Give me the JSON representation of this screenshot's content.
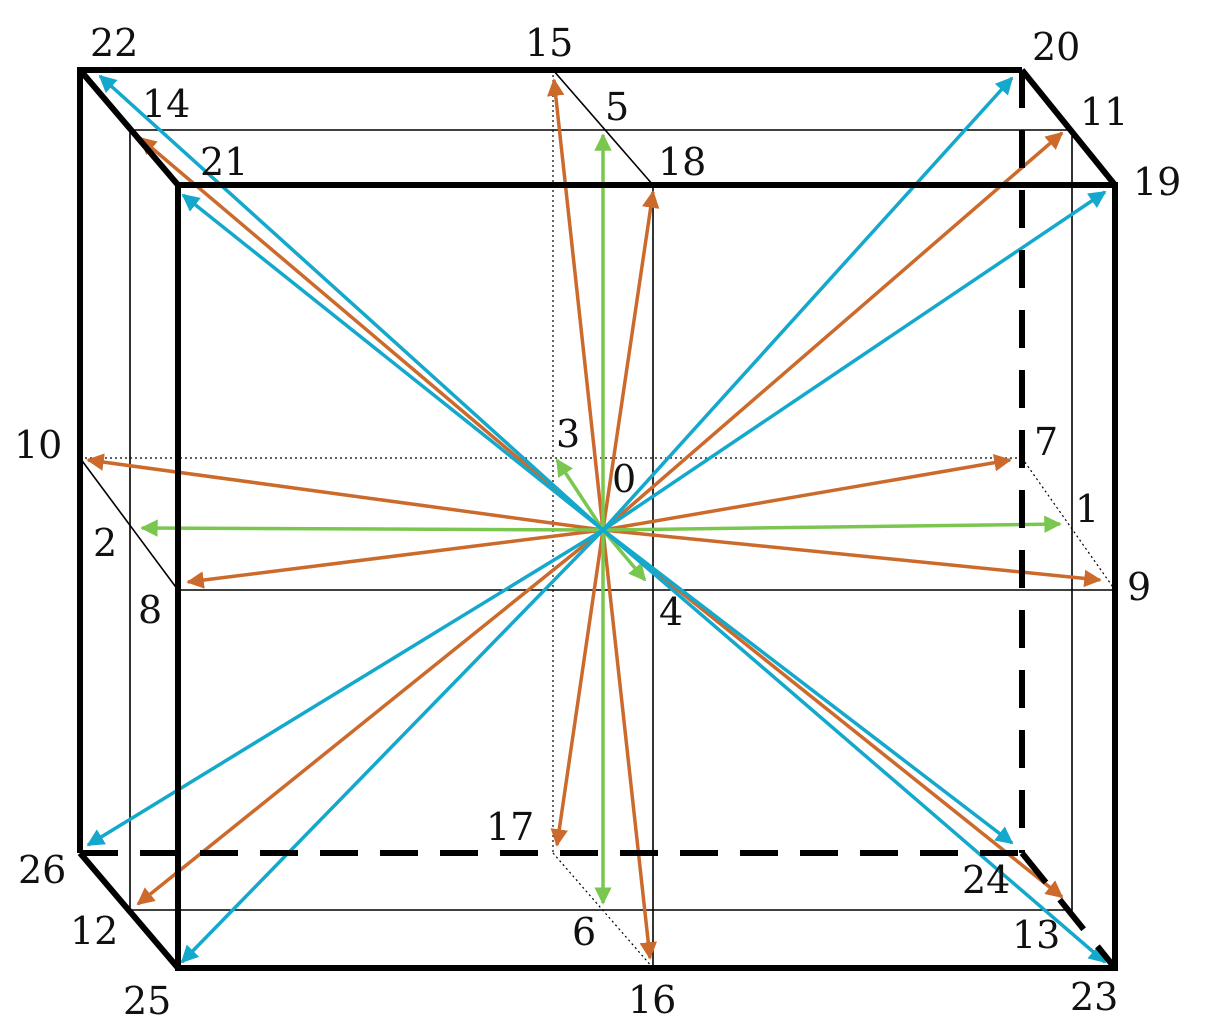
{
  "diagram": {
    "colors": {
      "edge": "#000000",
      "face_diagonal_vector": "#cc6a2c",
      "axis_vector": "#7ac74f",
      "body_diagonal_vector": "#14a8cc"
    },
    "center_label": "0",
    "node_labels": {
      "n1": "1",
      "n2": "2",
      "n3": "3",
      "n4": "4",
      "n5": "5",
      "n6": "6",
      "n7": "7",
      "n8": "8",
      "n9": "9",
      "n10": "10",
      "n11": "11",
      "n12": "12",
      "n13": "13",
      "n14": "14",
      "n15": "15",
      "n16": "16",
      "n17": "17",
      "n18": "18",
      "n19": "19",
      "n20": "20",
      "n21": "21",
      "n22": "22",
      "n23": "23",
      "n24": "24",
      "n25": "25",
      "n26": "26"
    },
    "vector_groups": {
      "axis": [
        "1",
        "2",
        "3",
        "4",
        "5",
        "6"
      ],
      "face_diagonal": [
        "7",
        "8",
        "9",
        "10",
        "11",
        "12",
        "13",
        "14",
        "15",
        "16",
        "17",
        "18"
      ],
      "body_diagonal": [
        "19",
        "20",
        "21",
        "22",
        "23",
        "24",
        "25",
        "26"
      ]
    }
  }
}
